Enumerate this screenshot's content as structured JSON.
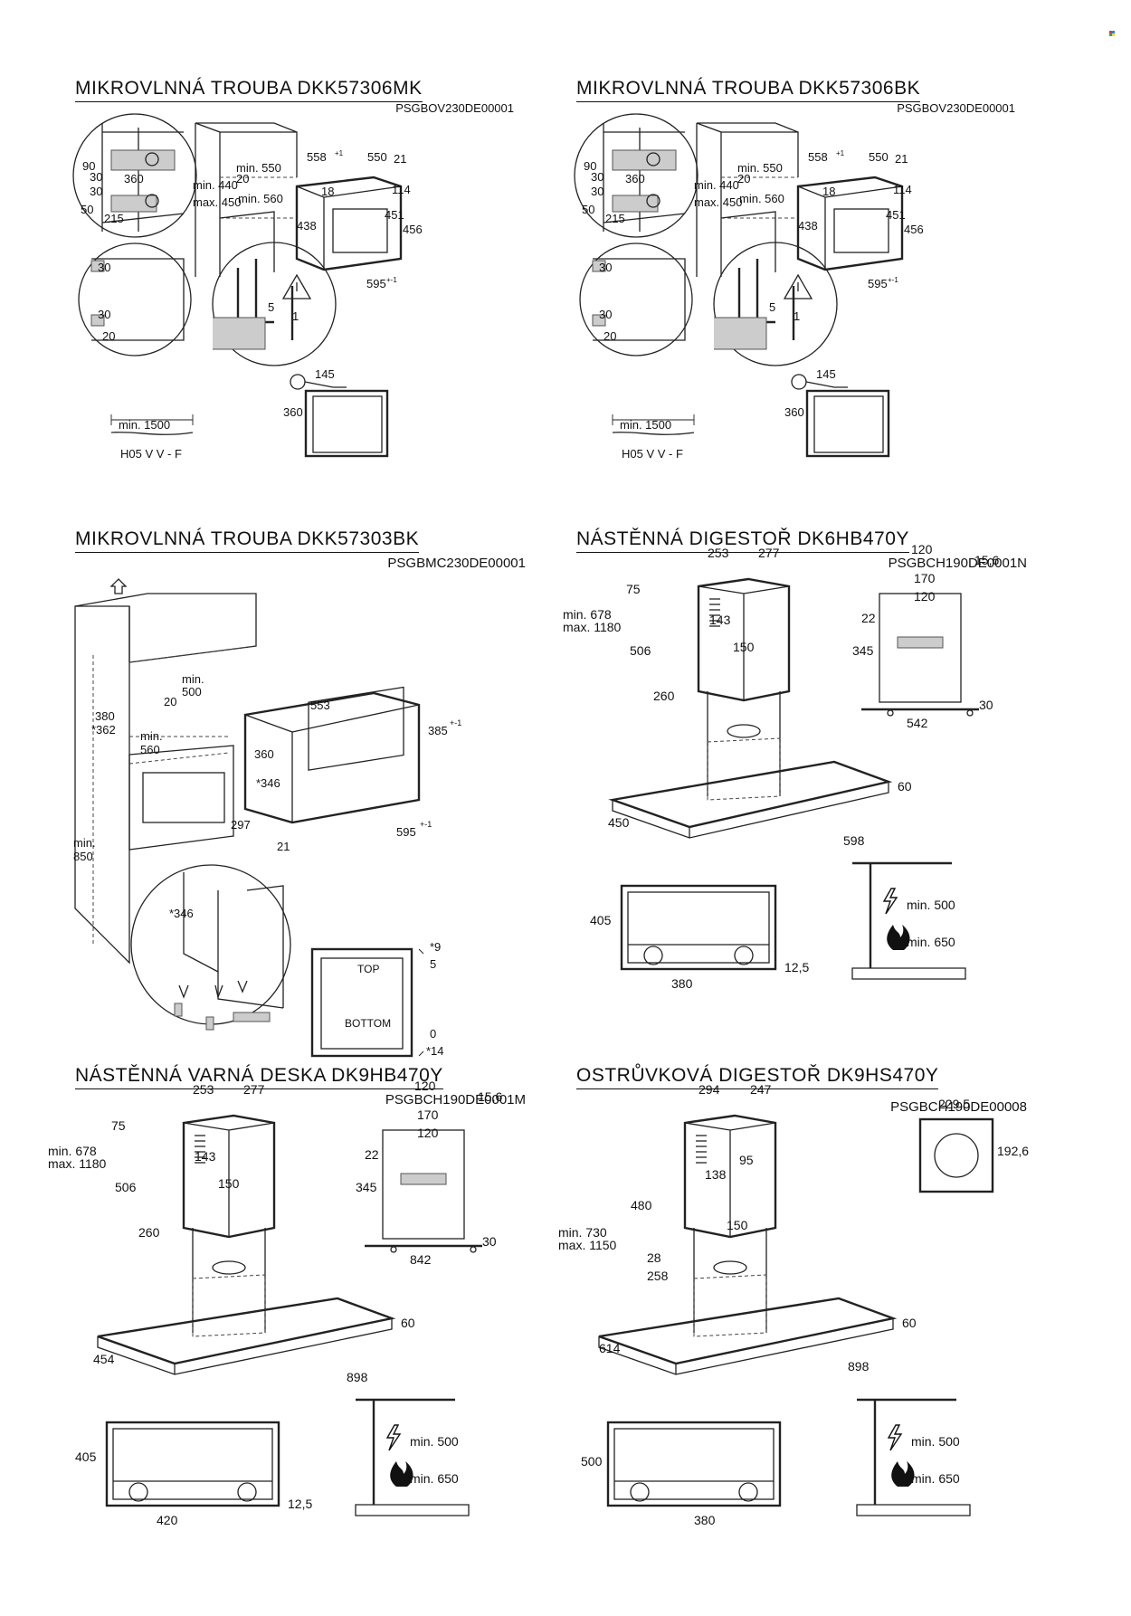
{
  "panels": {
    "p1": {
      "title": "MIKROVLNNÁ TROUBA DKK57306MK",
      "code": "PSGBOV230DE00001",
      "dims": [
        "90",
        "30",
        "360",
        "30",
        "50",
        "215",
        "min. 440",
        "max. 450",
        "min. 550",
        "20",
        "min. 560",
        "558",
        "+1",
        "550",
        "21",
        "18",
        "114",
        "438",
        "451",
        "456",
        "595",
        "+-1",
        "30",
        "30",
        "20",
        "5",
        "1",
        "145",
        "360",
        "min. 1500",
        "H05 V V - F"
      ]
    },
    "p2": {
      "title": "MIKROVLNNÁ TROUBA DKK57306BK",
      "code": "PSGBOV230DE00001",
      "dims": [
        "90",
        "30",
        "360",
        "30",
        "50",
        "215",
        "min. 440",
        "max. 450",
        "min. 550",
        "20",
        "min. 560",
        "558",
        "+1",
        "550",
        "21",
        "18",
        "114",
        "438",
        "451",
        "456",
        "595",
        "+-1",
        "30",
        "30",
        "20",
        "5",
        "1",
        "145",
        "360",
        "min. 1500",
        "H05 V V - F"
      ]
    },
    "p3": {
      "title": "MIKROVLNNÁ TROUBA DKK57303BK",
      "code": "PSGBMC230DE00001",
      "dims": [
        "min.",
        "500",
        "20",
        "380",
        "*362",
        "min. 560",
        "553",
        "385",
        "+-1",
        "360",
        "*346",
        "297",
        "21",
        "595",
        "+-1",
        "min. 850",
        "*346",
        "*9",
        "5",
        "TOP",
        "BOTTOM",
        "0",
        "*14"
      ]
    },
    "p4": {
      "title": "NÁSTĚNNÁ DIGESTOŘ DK6HB470Y",
      "code": "PSGBCH190DE0001N",
      "dims": [
        "253",
        "277",
        "75",
        "143",
        "min. 678",
        "max. 1180",
        "506",
        "150",
        "260",
        "450",
        "598",
        "60",
        "120",
        "15,6",
        "170",
        "120",
        "22",
        "345",
        "30",
        "542",
        "405",
        "380",
        "12,5",
        "min. 500",
        "min. 650"
      ]
    },
    "p5": {
      "title": "NÁSTĚNNÁ VARNÁ DESKA DK9HB470Y",
      "code": "PSGBCH190DE0001M",
      "dims": [
        "253",
        "277",
        "75",
        "143",
        "min. 678",
        "max. 1180",
        "506",
        "150",
        "260",
        "454",
        "898",
        "60",
        "120",
        "15,6",
        "170",
        "120",
        "22",
        "345",
        "30",
        "842",
        "405",
        "420",
        "12,5",
        "min. 500",
        "min. 650"
      ]
    },
    "p6": {
      "title": "OSTRŮVKOVÁ DIGESTOŘ DK9HS470Y",
      "code": "PSGBCH190DE00008",
      "dims": [
        "294",
        "247",
        "95",
        "138",
        "480",
        "min. 730",
        "max. 1150",
        "150",
        "28",
        "258",
        "614",
        "898",
        "60",
        "229,5",
        "192,6",
        "500",
        "380",
        "min. 500",
        "min. 650"
      ]
    }
  }
}
